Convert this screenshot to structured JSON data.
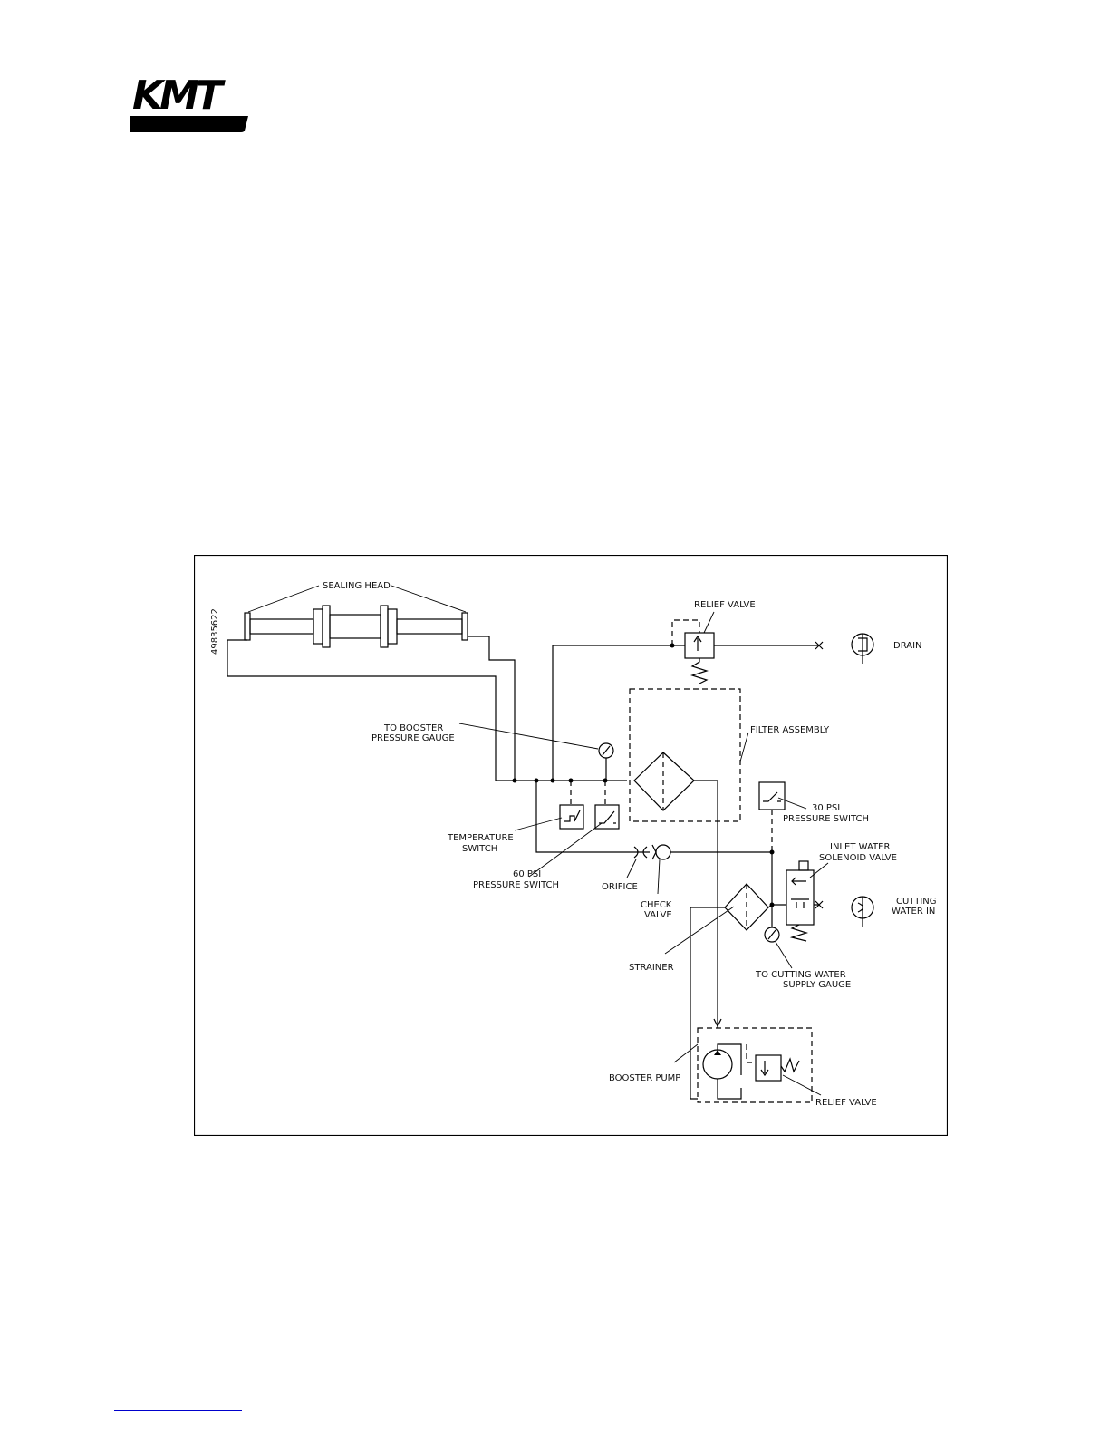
{
  "logo": {
    "text": "KMT"
  },
  "diagram": {
    "document_id": "49835622",
    "labels": {
      "sealing_head": "SEALING HEAD",
      "relief_valve_top": "RELIEF VALVE",
      "drain": "DRAIN",
      "to_booster_1": "TO BOOSTER",
      "to_booster_2": "PRESSURE GAUGE",
      "filter_assembly": "FILTER ASSEMBLY",
      "psi30_1": "30 PSI",
      "psi30_2": "PRESSURE SWITCH",
      "inlet_1": "INLET WATER",
      "inlet_2": "SOLENOID VALVE",
      "temp_1": "TEMPERATURE",
      "temp_2": "SWITCH",
      "psi60_1": "60 PSI",
      "psi60_2": "PRESSURE SWITCH",
      "orifice": "ORIFICE",
      "check_1": "CHECK",
      "check_2": "VALVE",
      "cutting_1": "CUTTING",
      "cutting_2": "WATER IN",
      "strainer": "STRAINER",
      "supply_1": "TO CUTTING WATER",
      "supply_2": "SUPPLY GAUGE",
      "booster_pump": "BOOSTER PUMP",
      "relief_valve_bottom": "RELIEF VALVE"
    }
  }
}
